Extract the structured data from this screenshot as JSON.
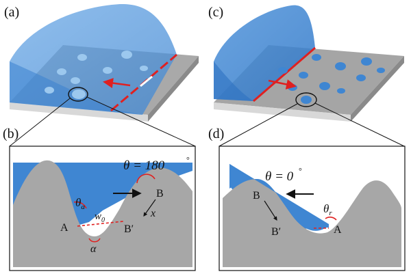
{
  "panels": {
    "a": {
      "label": "(a)"
    },
    "b": {
      "label": "(b)",
      "theta_eq": "θ = 180",
      "degree": "°",
      "theta_sym": "θ",
      "theta_sub": "a",
      "w_sym": "w",
      "w_sub": "0",
      "point_A": "A",
      "point_B": "B",
      "point_B_prime": "B′",
      "x_label": "x",
      "alpha_label": "α"
    },
    "c": {
      "label": "(c)"
    },
    "d": {
      "label": "(d)",
      "theta_eq": "θ = 0",
      "degree": "°",
      "theta_sym": "θ",
      "theta_sub": "r",
      "point_A": "A",
      "point_B": "B",
      "point_B_prime": "B′"
    }
  },
  "colors": {
    "liquid": "#4a8fd6",
    "liquid_light": "#8fc0ec",
    "solid": "#a7a7a7",
    "solid_dark": "#7d7d7d",
    "contact_line": "#e02020",
    "arrow": "#e02020"
  }
}
